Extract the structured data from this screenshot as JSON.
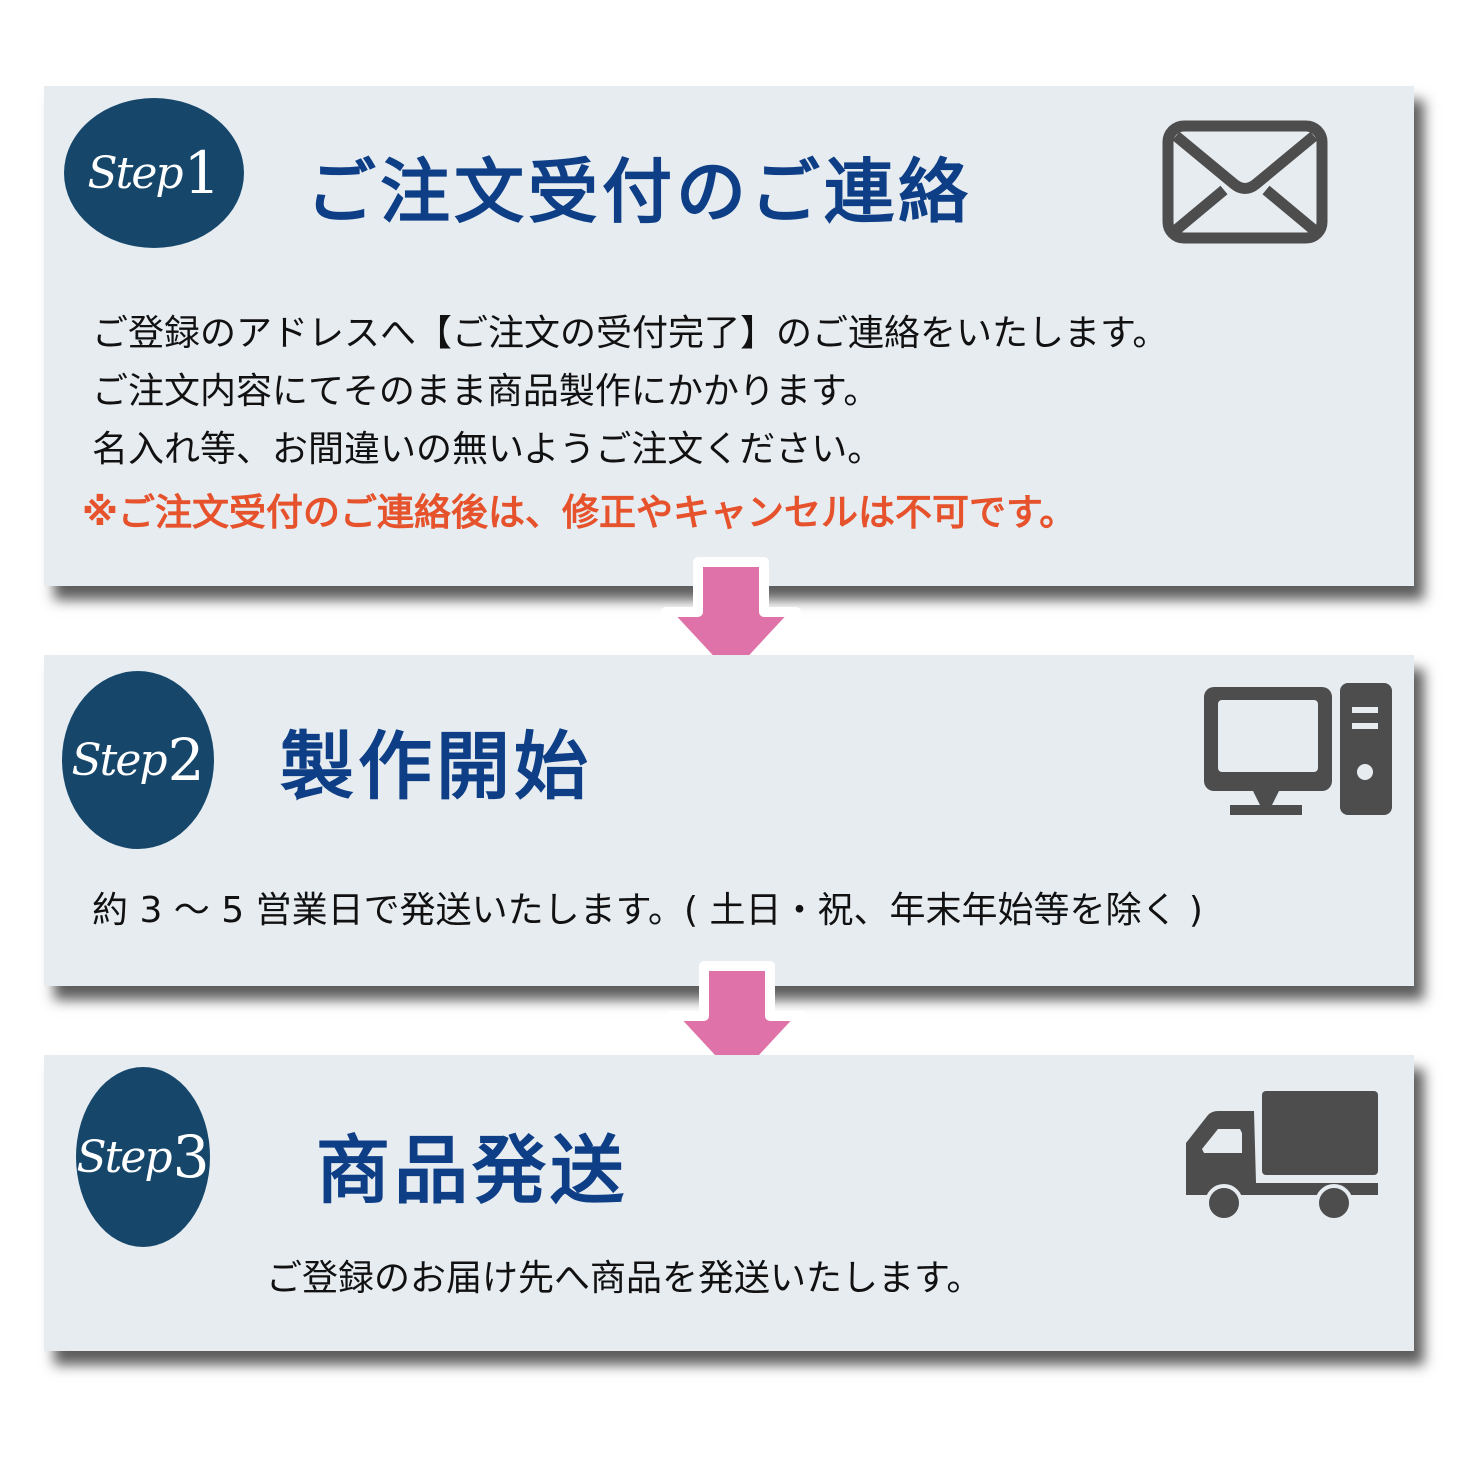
{
  "colors": {
    "panel_bg": "#e7ecf1",
    "badge_bg": "#16476b",
    "heading": "#0e3f86",
    "warning": "#e6522c",
    "icon": "#4d4d4d",
    "arrow": "#df72a8"
  },
  "steps": [
    {
      "badge_word": "Step",
      "badge_num": "1",
      "title": "ご注文受付のご連絡",
      "icon": "envelope-icon",
      "lines": [
        "ご登録のアドレスへ【ご注文の受付完了】のご連絡をいたします。",
        "ご注文内容にてそのまま商品製作にかかります。",
        "名入れ等、お間違いの無いようご注文ください。"
      ],
      "warning": "※ご注文受付のご連絡後は、修正やキャンセルは不可です。"
    },
    {
      "badge_word": "Step",
      "badge_num": "2",
      "title": "製作開始",
      "icon": "desktop-computer-icon",
      "lines": [
        "約 3 ～ 5 営業日で発送いたします。( 土日・祝、年末年始等を除く )"
      ]
    },
    {
      "badge_word": "Step",
      "badge_num": "3",
      "title": "商品発送",
      "icon": "delivery-truck-icon",
      "lines": [
        "ご登録のお届け先へ商品を発送いたします。"
      ]
    }
  ],
  "arrows": [
    {
      "icon": "down-arrow-icon"
    },
    {
      "icon": "down-arrow-icon"
    }
  ]
}
